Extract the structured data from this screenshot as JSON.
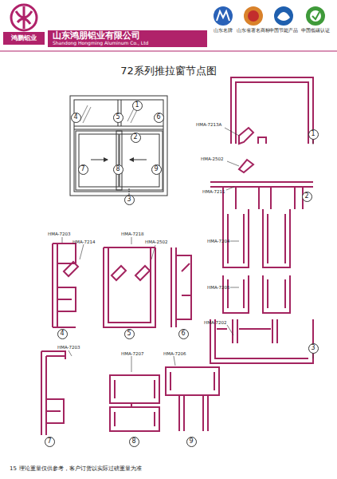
{
  "diagram": {
    "title": "72系列推拉窗节点图",
    "nodes": [
      {
        "text": [
          "1"
        ]
      },
      {
        "text": [
          "4"
        ]
      },
      {
        "text": [
          "5"
        ]
      },
      {
        "text": [
          "6"
        ]
      },
      {
        "text": [
          "2"
        ]
      },
      {
        "text": [
          "7"
        ]
      },
      {
        "text": [
          "8"
        ]
      },
      {
        "text": [
          "9"
        ]
      },
      {
        "text": [
          "3"
        ]
      },
      {
        "text": [
          "1"
        ]
      },
      {
        "text": [
          "2"
        ]
      },
      {
        "text": [
          "4"
        ]
      },
      {
        "text": [
          "5"
        ]
      },
      {
        "text": [
          "6"
        ]
      },
      {
        "text": [
          "3"
        ]
      },
      {
        "text": [
          "7"
        ]
      },
      {
        "text": [
          "8"
        ]
      },
      {
        "text": [
          "9"
        ]
      }
    ],
    "labels": [
      "鸿鹏铝业",
      "山东鸿朋铝业有限公司",
      "Shandong Hongming Aluminum Co., Ltd",
      "山东名牌",
      "山东省著名商标",
      "中国节能产品",
      "中国低碳认证",
      "HMA-7213A",
      "HMA-2502",
      "HMA-7211",
      "HMA-7204",
      "HMA-7205",
      "HMA-7202",
      "HMA-7203",
      "HMA-7214",
      "HMA-7218",
      "HMA-2502",
      "HMA-7203",
      "HMA-7207",
      "HMA-7206",
      "15",
      "理论重量仅供参考，客户订货以实际过磅重量为准"
    ]
  }
}
